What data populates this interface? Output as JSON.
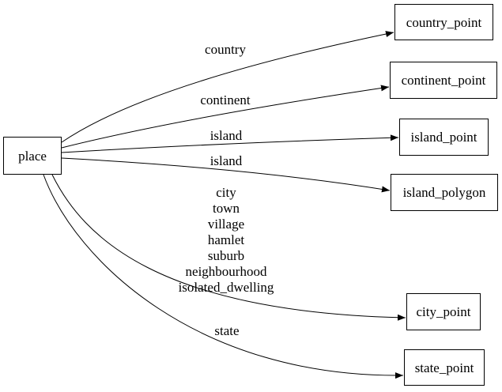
{
  "diagram": {
    "type": "directed-graph",
    "background_color": "#ffffff",
    "stroke_color": "#000000",
    "nodes": [
      {
        "id": "place",
        "label": "place"
      },
      {
        "id": "country_point",
        "label": "country_point"
      },
      {
        "id": "continent_point",
        "label": "continent_point"
      },
      {
        "id": "island_point",
        "label": "island_point"
      },
      {
        "id": "island_polygon",
        "label": "island_polygon"
      },
      {
        "id": "city_point",
        "label": "city_point"
      },
      {
        "id": "state_point",
        "label": "state_point"
      }
    ],
    "edges": [
      {
        "from": "place",
        "to": "country_point",
        "label": "country"
      },
      {
        "from": "place",
        "to": "continent_point",
        "label": "continent"
      },
      {
        "from": "place",
        "to": "island_point",
        "label": "island"
      },
      {
        "from": "place",
        "to": "island_polygon",
        "label": "island"
      },
      {
        "from": "place",
        "to": "city_point",
        "label": "city\ntown\nvillage\nhamlet\nsuburb\nneighbourhood\nisolated_dwelling"
      },
      {
        "from": "place",
        "to": "state_point",
        "label": "state"
      }
    ]
  }
}
